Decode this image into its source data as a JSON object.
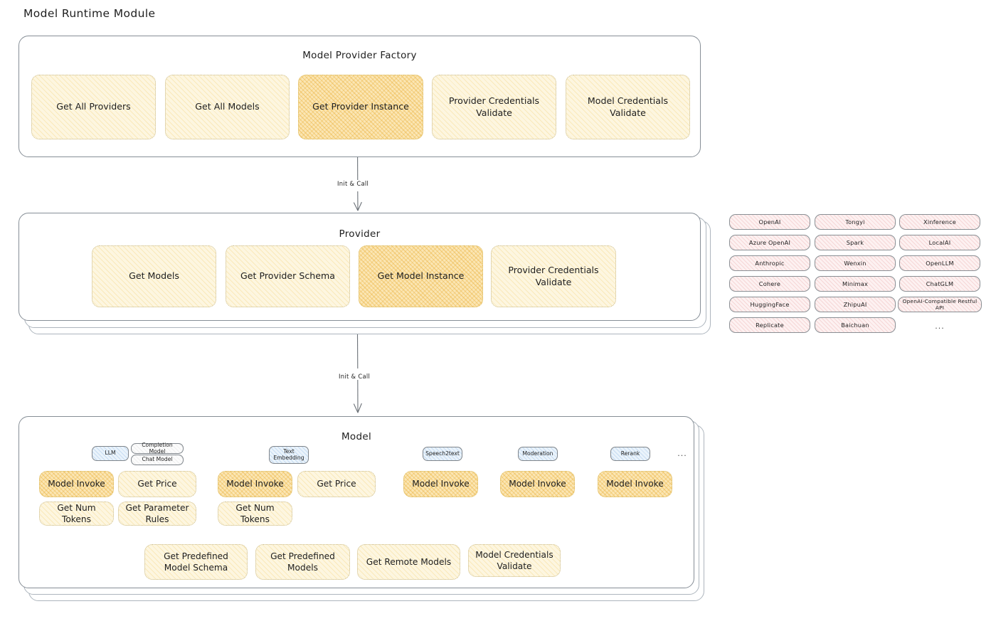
{
  "page": {
    "title": "Model Runtime Module"
  },
  "factory": {
    "title": "Model Provider Factory",
    "nodes": [
      {
        "label": "Get All Providers",
        "highlight": false
      },
      {
        "label": "Get All Models",
        "highlight": false
      },
      {
        "label": "Get Provider Instance",
        "highlight": true
      },
      {
        "label": "Provider Credentials Validate",
        "highlight": false
      },
      {
        "label": "Model Credentials Validate",
        "highlight": false
      }
    ]
  },
  "arrows": [
    {
      "label": "Init & Call"
    },
    {
      "label": "Init & Call"
    }
  ],
  "provider": {
    "title": "Provider",
    "nodes": [
      {
        "label": "Get Models",
        "highlight": false
      },
      {
        "label": "Get Provider Schema",
        "highlight": false
      },
      {
        "label": "Get Model Instance",
        "highlight": true
      },
      {
        "label": "Provider Credentials Validate",
        "highlight": false
      }
    ]
  },
  "provider_list": {
    "columns": [
      [
        "OpenAI",
        "Azure OpenAI",
        "Anthropic",
        "Cohere",
        "HuggingFace",
        "Replicate"
      ],
      [
        "Tongyi",
        "Spark",
        "Wenxin",
        "Minimax",
        "ZhipuAI",
        "Baichuan"
      ],
      [
        "Xinference",
        "LocalAI",
        "OpenLLM",
        "ChatGLM",
        "OpenAI-Compatible Restful API"
      ]
    ],
    "ellipsis": "..."
  },
  "model": {
    "title": "Model",
    "ellipsis": "...",
    "types": [
      {
        "badge": "LLM",
        "badge_style": "blue",
        "subtypes": [
          "Completion Model",
          "Chat Model"
        ],
        "methods": [
          {
            "label": "Model Invoke",
            "highlight": true
          },
          {
            "label": "Get Price",
            "highlight": false
          },
          {
            "label": "Get Num Tokens",
            "highlight": false
          },
          {
            "label": "Get Parameter Rules",
            "highlight": false
          }
        ]
      },
      {
        "badge": "Text Embedding",
        "badge_style": "blue",
        "subtypes": [],
        "methods": [
          {
            "label": "Model Invoke",
            "highlight": true
          },
          {
            "label": "Get Price",
            "highlight": false
          },
          {
            "label": "Get Num Tokens",
            "highlight": false
          }
        ]
      },
      {
        "badge": "Speech2text",
        "badge_style": "blue",
        "subtypes": [],
        "methods": [
          {
            "label": "Model Invoke",
            "highlight": true
          }
        ]
      },
      {
        "badge": "Moderation",
        "badge_style": "blue",
        "subtypes": [],
        "methods": [
          {
            "label": "Model Invoke",
            "highlight": true
          }
        ]
      },
      {
        "badge": "Rerank",
        "badge_style": "blue",
        "subtypes": [],
        "methods": [
          {
            "label": "Model Invoke",
            "highlight": true
          }
        ]
      }
    ],
    "common_methods": [
      {
        "label": "Get Predefined Model Schema"
      },
      {
        "label": "Get Predefined Models"
      },
      {
        "label": "Get Remote Models"
      },
      {
        "label": "Model Credentials Validate"
      }
    ]
  },
  "colors": {
    "node_fill": "#fdf6e0",
    "node_highlight_fill": "#fbe6b4",
    "pill_fill": "#fdf1f1",
    "badge_fill": "#eaf3fb",
    "stroke": "#868e96",
    "text": "#1e1e1e"
  }
}
